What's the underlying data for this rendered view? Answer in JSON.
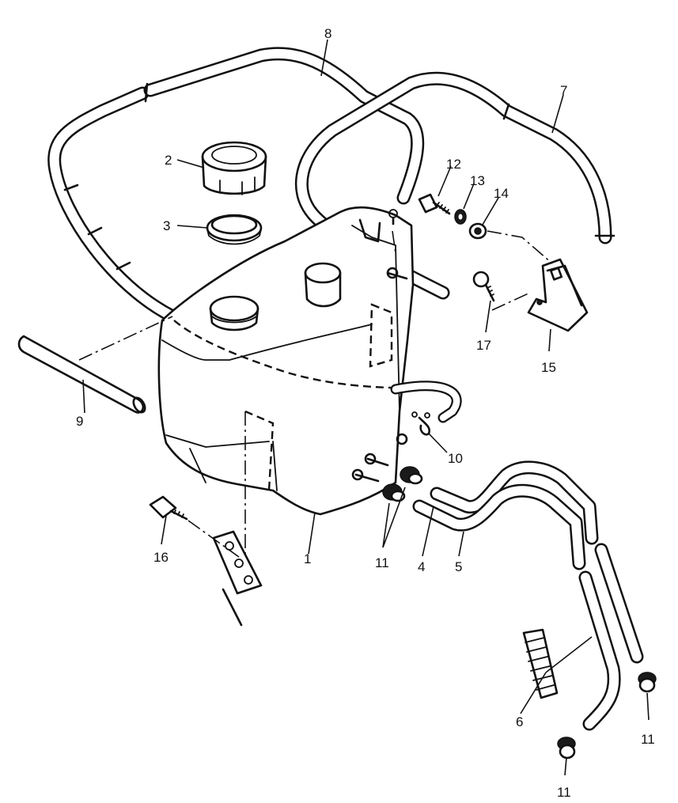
{
  "callouts": {
    "c1": "1",
    "c2": "2",
    "c3": "3",
    "c4": "4",
    "c5": "5",
    "c6": "6",
    "c7": "7",
    "c8": "8",
    "c9": "9",
    "c10": "10",
    "c11a": "11",
    "c11b": "11",
    "c11c": "11",
    "c12": "12",
    "c13": "13",
    "c14": "14",
    "c15": "15",
    "c16": "16",
    "c17": "17"
  }
}
